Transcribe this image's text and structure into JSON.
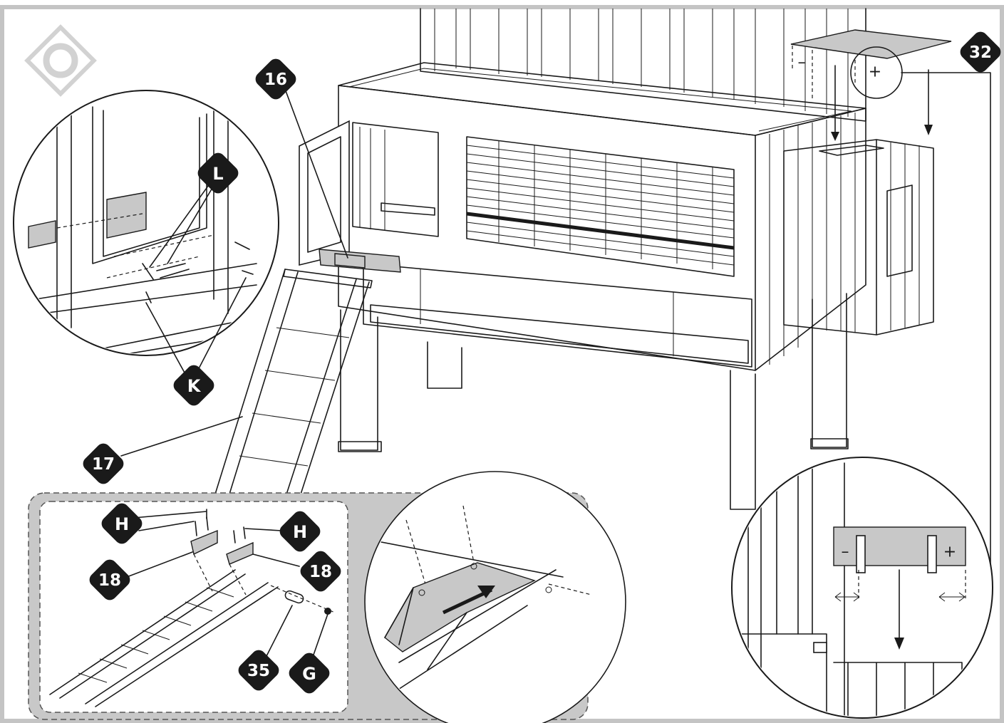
{
  "callouts": {
    "c16": "16",
    "c17": "17",
    "c18a": "18",
    "c18b": "18",
    "c32": "32",
    "c35": "35",
    "cG": "G",
    "cHa": "H",
    "cHb": "H",
    "cK": "K",
    "cL": "L"
  },
  "detail_symbols": {
    "minus": "–",
    "plus": "+",
    "top_minus": "–",
    "top_plus": "+"
  },
  "colors": {
    "callout_fill": "#1a1a1a",
    "inset_fill": "#c8c8c8",
    "frame": "#bdbdbd"
  }
}
